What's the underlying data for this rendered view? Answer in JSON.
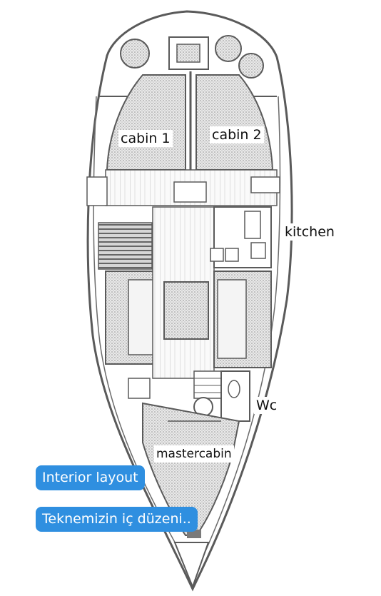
{
  "labels": {
    "cabin1": "cabin 1",
    "cabin2": "cabin 2",
    "kitchen": "kitchen",
    "wc": "Wc",
    "master": "mastercabin"
  },
  "captions": {
    "line1": "Interior layout",
    "line2": "Teknemizin iç düzeni.."
  },
  "colors": {
    "line": "#5a5a5a",
    "stipple": "#bdbdbd",
    "caption_bg": "#2f8fe0",
    "caption_text": "#ffffff"
  }
}
